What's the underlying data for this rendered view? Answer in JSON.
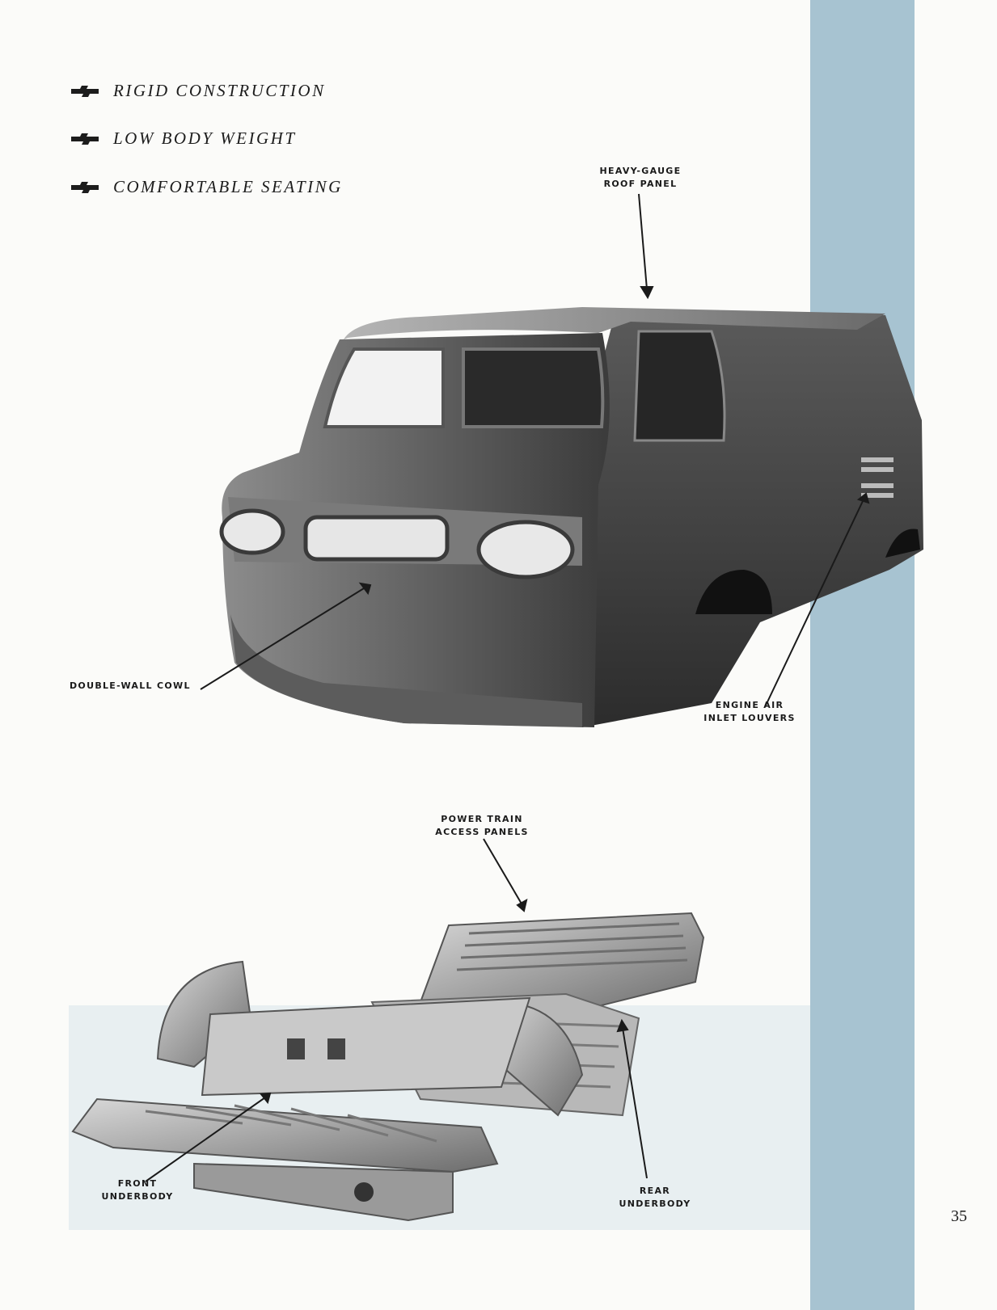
{
  "features": [
    {
      "text": "RIGID CONSTRUCTION"
    },
    {
      "text": "LOW BODY WEIGHT"
    },
    {
      "text": "COMFORTABLE SEATING"
    }
  ],
  "callouts": {
    "roof_panel": [
      "HEAVY-GAUGE",
      "ROOF PANEL"
    ],
    "double_wall_cowl": [
      "DOUBLE-WALL COWL"
    ],
    "engine_louvers": [
      "ENGINE AIR",
      "INLET LOUVERS"
    ],
    "power_train": [
      "POWER TRAIN",
      "ACCESS PANELS"
    ],
    "front_underbody": [
      "FRONT",
      "UNDERBODY"
    ],
    "rear_underbody": [
      "REAR",
      "UNDERBODY"
    ]
  },
  "page_number": "35",
  "colors": {
    "page": "#fbfbf9",
    "side_band": "#a7c3d1",
    "lower_band": "#e8eff1",
    "text": "#1c1c1c"
  },
  "icons": {
    "bullet": "chevrolet-bowtie-icon"
  }
}
